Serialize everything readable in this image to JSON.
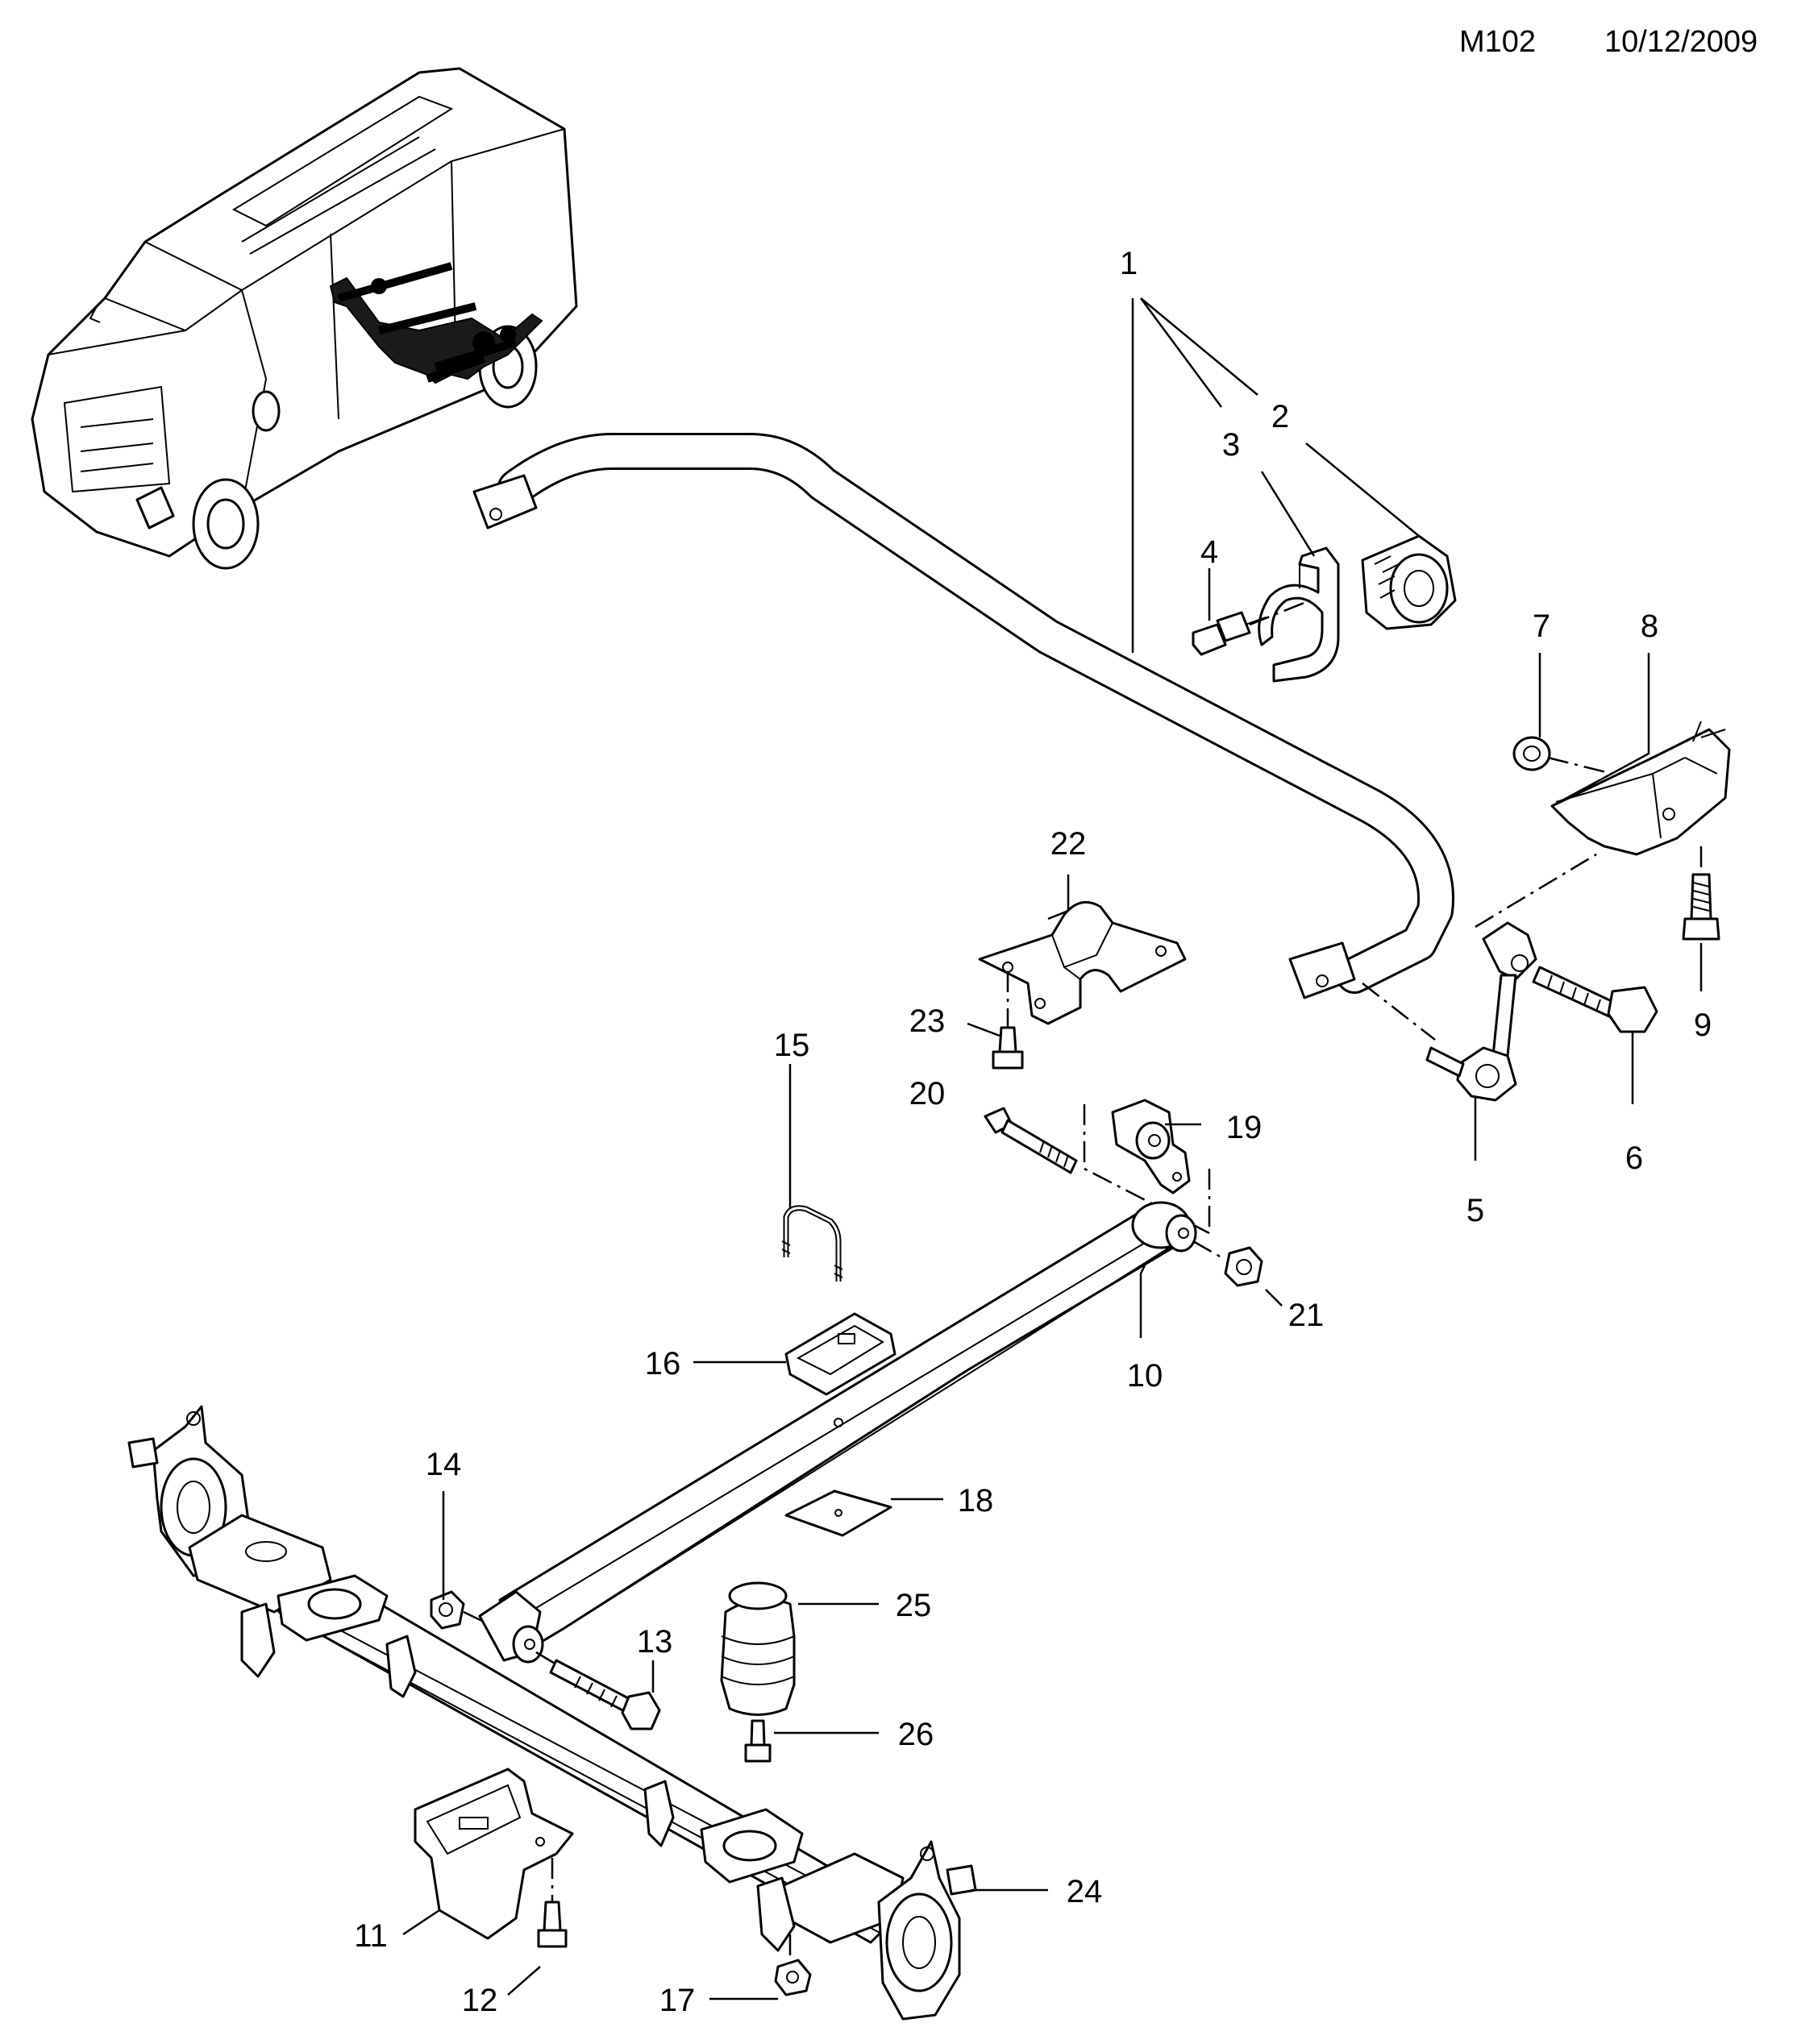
{
  "header": {
    "code": "M102",
    "date": "10/12/2009"
  },
  "callouts": [
    "1",
    "2",
    "3",
    "4",
    "5",
    "6",
    "7",
    "8",
    "9",
    "10",
    "11",
    "12",
    "13",
    "14",
    "15",
    "16",
    "17",
    "18",
    "19",
    "20",
    "21",
    "22",
    "23",
    "24",
    "25",
    "26"
  ]
}
